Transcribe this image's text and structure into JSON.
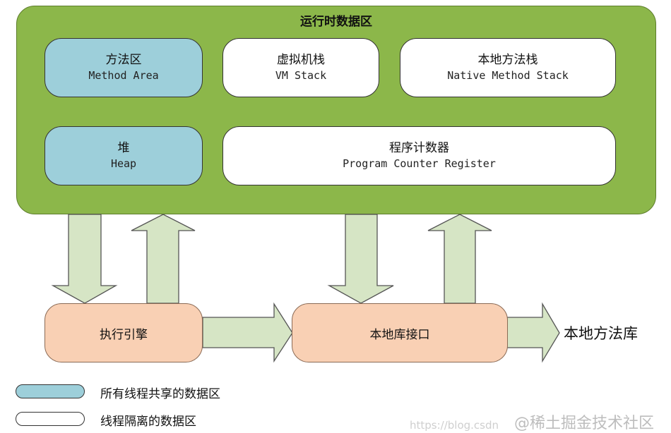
{
  "diagram": {
    "runtime_area": {
      "title": "运行时数据区"
    },
    "method_area": {
      "zh": "方法区",
      "en": "Method Area"
    },
    "vm_stack": {
      "zh": "虚拟机栈",
      "en": "VM Stack"
    },
    "native_method_stack": {
      "zh": "本地方法栈",
      "en": "Native Method Stack"
    },
    "heap": {
      "zh": "堆",
      "en": "Heap"
    },
    "program_counter": {
      "zh": "程序计数器",
      "en": "Program Counter Register"
    },
    "execution_engine": "执行引擎",
    "native_interface": "本地库接口",
    "native_library": "本地方法库"
  },
  "legend": {
    "shared": "所有线程共享的数据区",
    "isolated": "线程隔离的数据区"
  },
  "watermark": {
    "text": "@稀土掘金技术社区",
    "url": "https://blog.csdn"
  },
  "colors": {
    "runtime_fill": "#8cb74a",
    "shared_fill": "#9dcfda",
    "private_fill": "#ffffff",
    "engine_fill": "#f9d0b4",
    "arrow_fill": "#d6e5c5"
  }
}
